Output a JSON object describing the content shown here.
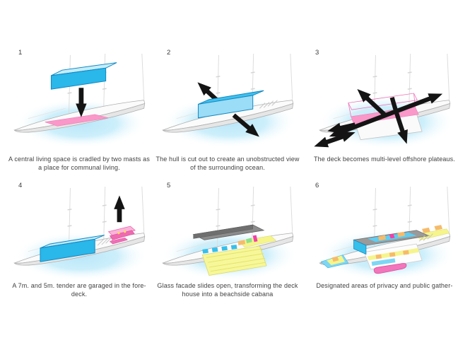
{
  "colors": {
    "glow": "#bfe8fa",
    "cyan_bright": "#2ab7ea",
    "cyan_light": "#c5edfc",
    "pink": "#f998c9",
    "pink_dark": "#ee5fa8",
    "hull_white": "#fbfbfb",
    "hull_side": "#e6e6e6",
    "hull_stroke": "#aeaeae",
    "arrow_black": "#141414",
    "roof_gray": "#8c8c8c",
    "yellow": "#f5f58c",
    "orange": "#f6bb6a",
    "text": "#3f3f3f"
  },
  "panels": [
    {
      "number": "1",
      "caption": "A central living space is cradled by two masts as a place for communal living."
    },
    {
      "number": "2",
      "caption": "The hull is cut out to create an unobstructed view of the surrounding ocean."
    },
    {
      "number": "3",
      "caption": "The deck becomes multi-level offshore plateaus."
    },
    {
      "number": "4",
      "caption": "A 7m. and 5m. tender are garaged in the fore-deck."
    },
    {
      "number": "5",
      "caption": "Glass facade slides open, transforming the deck house into a beachside cabana"
    },
    {
      "number": "6",
      "caption": "Designated areas of privacy and public gather-"
    }
  ]
}
